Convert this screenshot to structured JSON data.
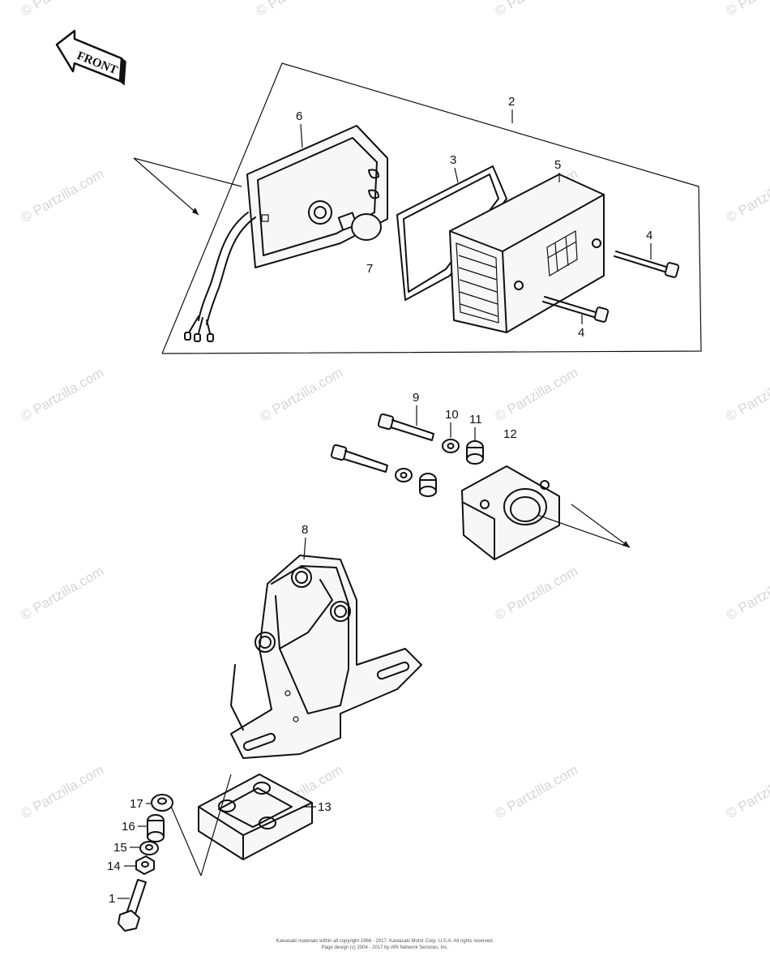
{
  "front_label": "FRONT",
  "watermark": "© Partzilla.com",
  "callouts": {
    "c1": "1",
    "c2": "2",
    "c3": "3",
    "c4a": "4",
    "c4b": "4",
    "c5": "5",
    "c6": "6",
    "c7": "7",
    "c8": "8",
    "c9": "9",
    "c10": "10",
    "c11": "11",
    "c12": "12",
    "c13": "13",
    "c14": "14",
    "c15": "15",
    "c16": "16",
    "c17": "17"
  },
  "footer": {
    "line1": "Kawasaki materials within all copyright 1966 - 2017, Kawasaki Motor Corp. U.S.A.  All rights reserved.",
    "line2": "Page design (c) 2004 - 2017 by ARI Network Services, Inc."
  }
}
